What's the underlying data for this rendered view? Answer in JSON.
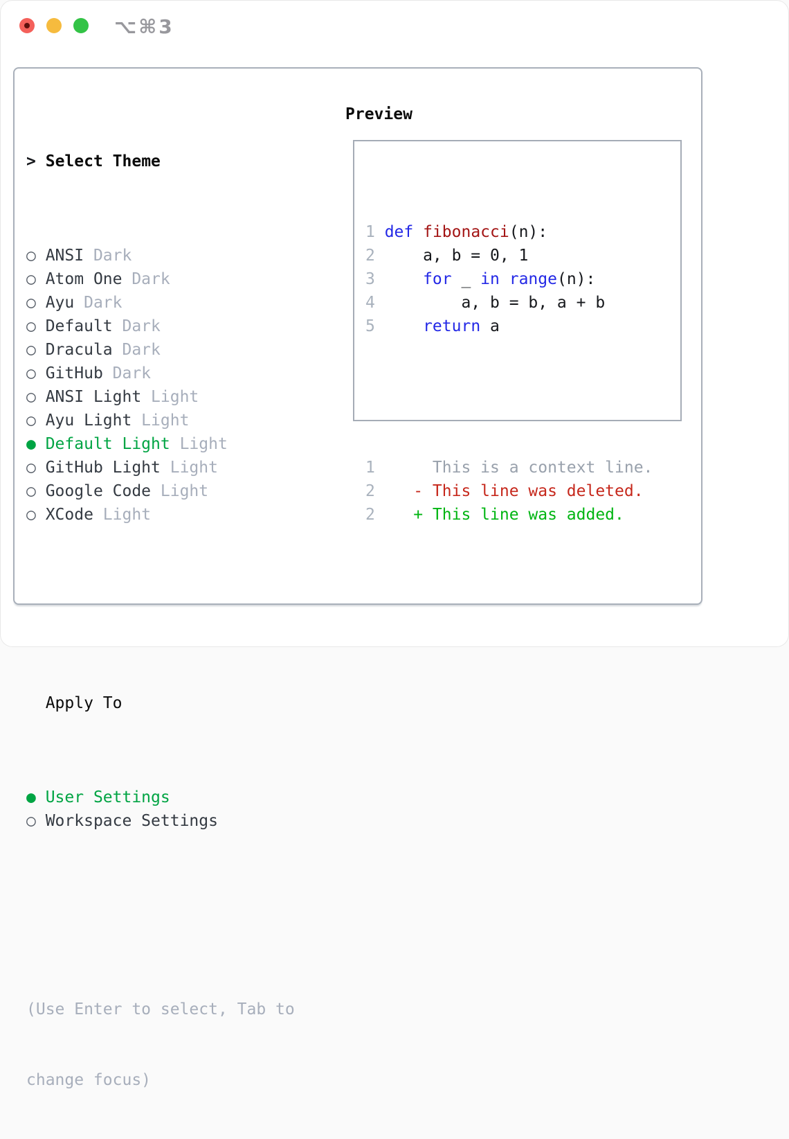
{
  "window": {
    "title": "⌥⌘3"
  },
  "titlebar": {
    "buttons": [
      {
        "name": "close",
        "color": "#f4605a"
      },
      {
        "name": "minimize",
        "color": "#f6bb3e"
      },
      {
        "name": "zoom",
        "color": "#33c346"
      }
    ]
  },
  "theme_selector": {
    "header": {
      "cursor": ">",
      "label": "Select Theme"
    },
    "items": [
      {
        "name": "ANSI",
        "variant": "Dark",
        "selected": false
      },
      {
        "name": "Atom One",
        "variant": "Dark",
        "selected": false
      },
      {
        "name": "Ayu",
        "variant": "Dark",
        "selected": false
      },
      {
        "name": "Default",
        "variant": "Dark",
        "selected": false
      },
      {
        "name": "Dracula",
        "variant": "Dark",
        "selected": false
      },
      {
        "name": "GitHub",
        "variant": "Dark",
        "selected": false
      },
      {
        "name": "ANSI Light",
        "variant": "Light",
        "selected": false
      },
      {
        "name": "Ayu Light",
        "variant": "Light",
        "selected": false
      },
      {
        "name": "Default Light",
        "variant": "Light",
        "selected": true
      },
      {
        "name": "GitHub Light",
        "variant": "Light",
        "selected": false
      },
      {
        "name": "Google Code",
        "variant": "Light",
        "selected": false
      },
      {
        "name": "XCode",
        "variant": "Light",
        "selected": false
      }
    ],
    "radio_unselected": "○",
    "radio_selected": "●",
    "apply_to": {
      "label": "Apply To",
      "options": [
        {
          "name": "User Settings",
          "selected": true
        },
        {
          "name": "Workspace Settings",
          "selected": false
        }
      ]
    },
    "hint": {
      "line1": "(Use Enter to select, Tab to",
      "line2": "change focus)"
    }
  },
  "preview": {
    "label": "Preview",
    "code_lines": [
      {
        "num": "1",
        "tokens": [
          {
            "text": "def",
            "style": "keyword"
          },
          {
            "text": " ",
            "style": "plain"
          },
          {
            "text": "fibonacci",
            "style": "function"
          },
          {
            "text": "(n):",
            "style": "plain"
          }
        ]
      },
      {
        "num": "2",
        "tokens": [
          {
            "text": "    a, b = 0, 1",
            "style": "plain"
          }
        ]
      },
      {
        "num": "3",
        "tokens": [
          {
            "text": "    ",
            "style": "plain"
          },
          {
            "text": "for",
            "style": "keyword"
          },
          {
            "text": " _ ",
            "style": "plain"
          },
          {
            "text": "in",
            "style": "keyword"
          },
          {
            "text": " ",
            "style": "plain"
          },
          {
            "text": "range",
            "style": "keyword"
          },
          {
            "text": "(n):",
            "style": "plain"
          }
        ]
      },
      {
        "num": "4",
        "tokens": [
          {
            "text": "        a, b = b, a + b",
            "style": "plain"
          }
        ]
      },
      {
        "num": "5",
        "tokens": [
          {
            "text": "    ",
            "style": "plain"
          },
          {
            "text": "return",
            "style": "keyword"
          },
          {
            "text": " a",
            "style": "plain"
          }
        ]
      }
    ],
    "diff_lines": [
      {
        "num": "1",
        "text": "     This is a context line.",
        "style": "context"
      },
      {
        "num": "2",
        "text": "   - This line was deleted.",
        "style": "deleted"
      },
      {
        "num": "2",
        "text": "   + This line was added.",
        "style": "added"
      }
    ]
  },
  "colors": {
    "selected_green": "#00a443",
    "keyword_blue": "#2328e6",
    "function_dark_red": "#a31515",
    "diff_deleted_red": "#c6281c",
    "diff_added_green": "#00b512",
    "muted_gray": "#a7aebb",
    "panel_border": "#a9b0ba",
    "traffic_red": "#f4605a",
    "traffic_yellow": "#f6bb3e",
    "traffic_green": "#33c346"
  }
}
